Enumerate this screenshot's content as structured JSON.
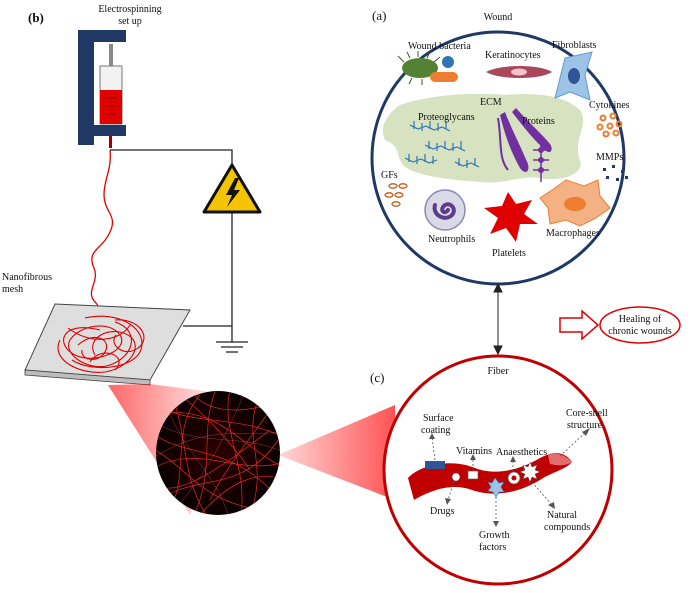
{
  "panel_b": {
    "letter": "(b)",
    "title_line1": "Electrospinning",
    "title_line2": "set up",
    "mesh_line1": "Nanofibrous",
    "mesh_line2": "mesh"
  },
  "panel_a": {
    "letter": "(a)",
    "title": "Wound",
    "labels": {
      "bacteria": "Wound bacteria",
      "keratinocytes": "Keratinocytes",
      "fibroblasts": "Fibroblasts",
      "ecm": "ECM",
      "proteoglycans": "Proteoglycans",
      "proteins": "Proteins",
      "cytokines": "Cytokines",
      "mmps": "MMPs",
      "gfs": "GFs",
      "neutrophils": "Neutrophils",
      "platelets": "Platelets",
      "macrophages": "Macrophages"
    }
  },
  "healing": {
    "line1": "Healing of",
    "line2": "chronic wounds"
  },
  "panel_c": {
    "letter": "(c)",
    "title": "Fiber",
    "labels": {
      "surface1": "Surface",
      "surface2": "coating",
      "vitamins": "Vitamins",
      "anaesthetics": "Anaesthetics",
      "coreshell1": "Core-shell",
      "coreshell2": "structure",
      "drugs": "Drugs",
      "growth1": "Growth",
      "growth2": "factors",
      "natural1": "Natural",
      "natural2": "compounds"
    }
  },
  "colors": {
    "fiber_red": "#c00000",
    "syringe_navy": "#1f3864",
    "ecm_green": "#d6e2c0",
    "warning_yellow": "#f5c400"
  }
}
